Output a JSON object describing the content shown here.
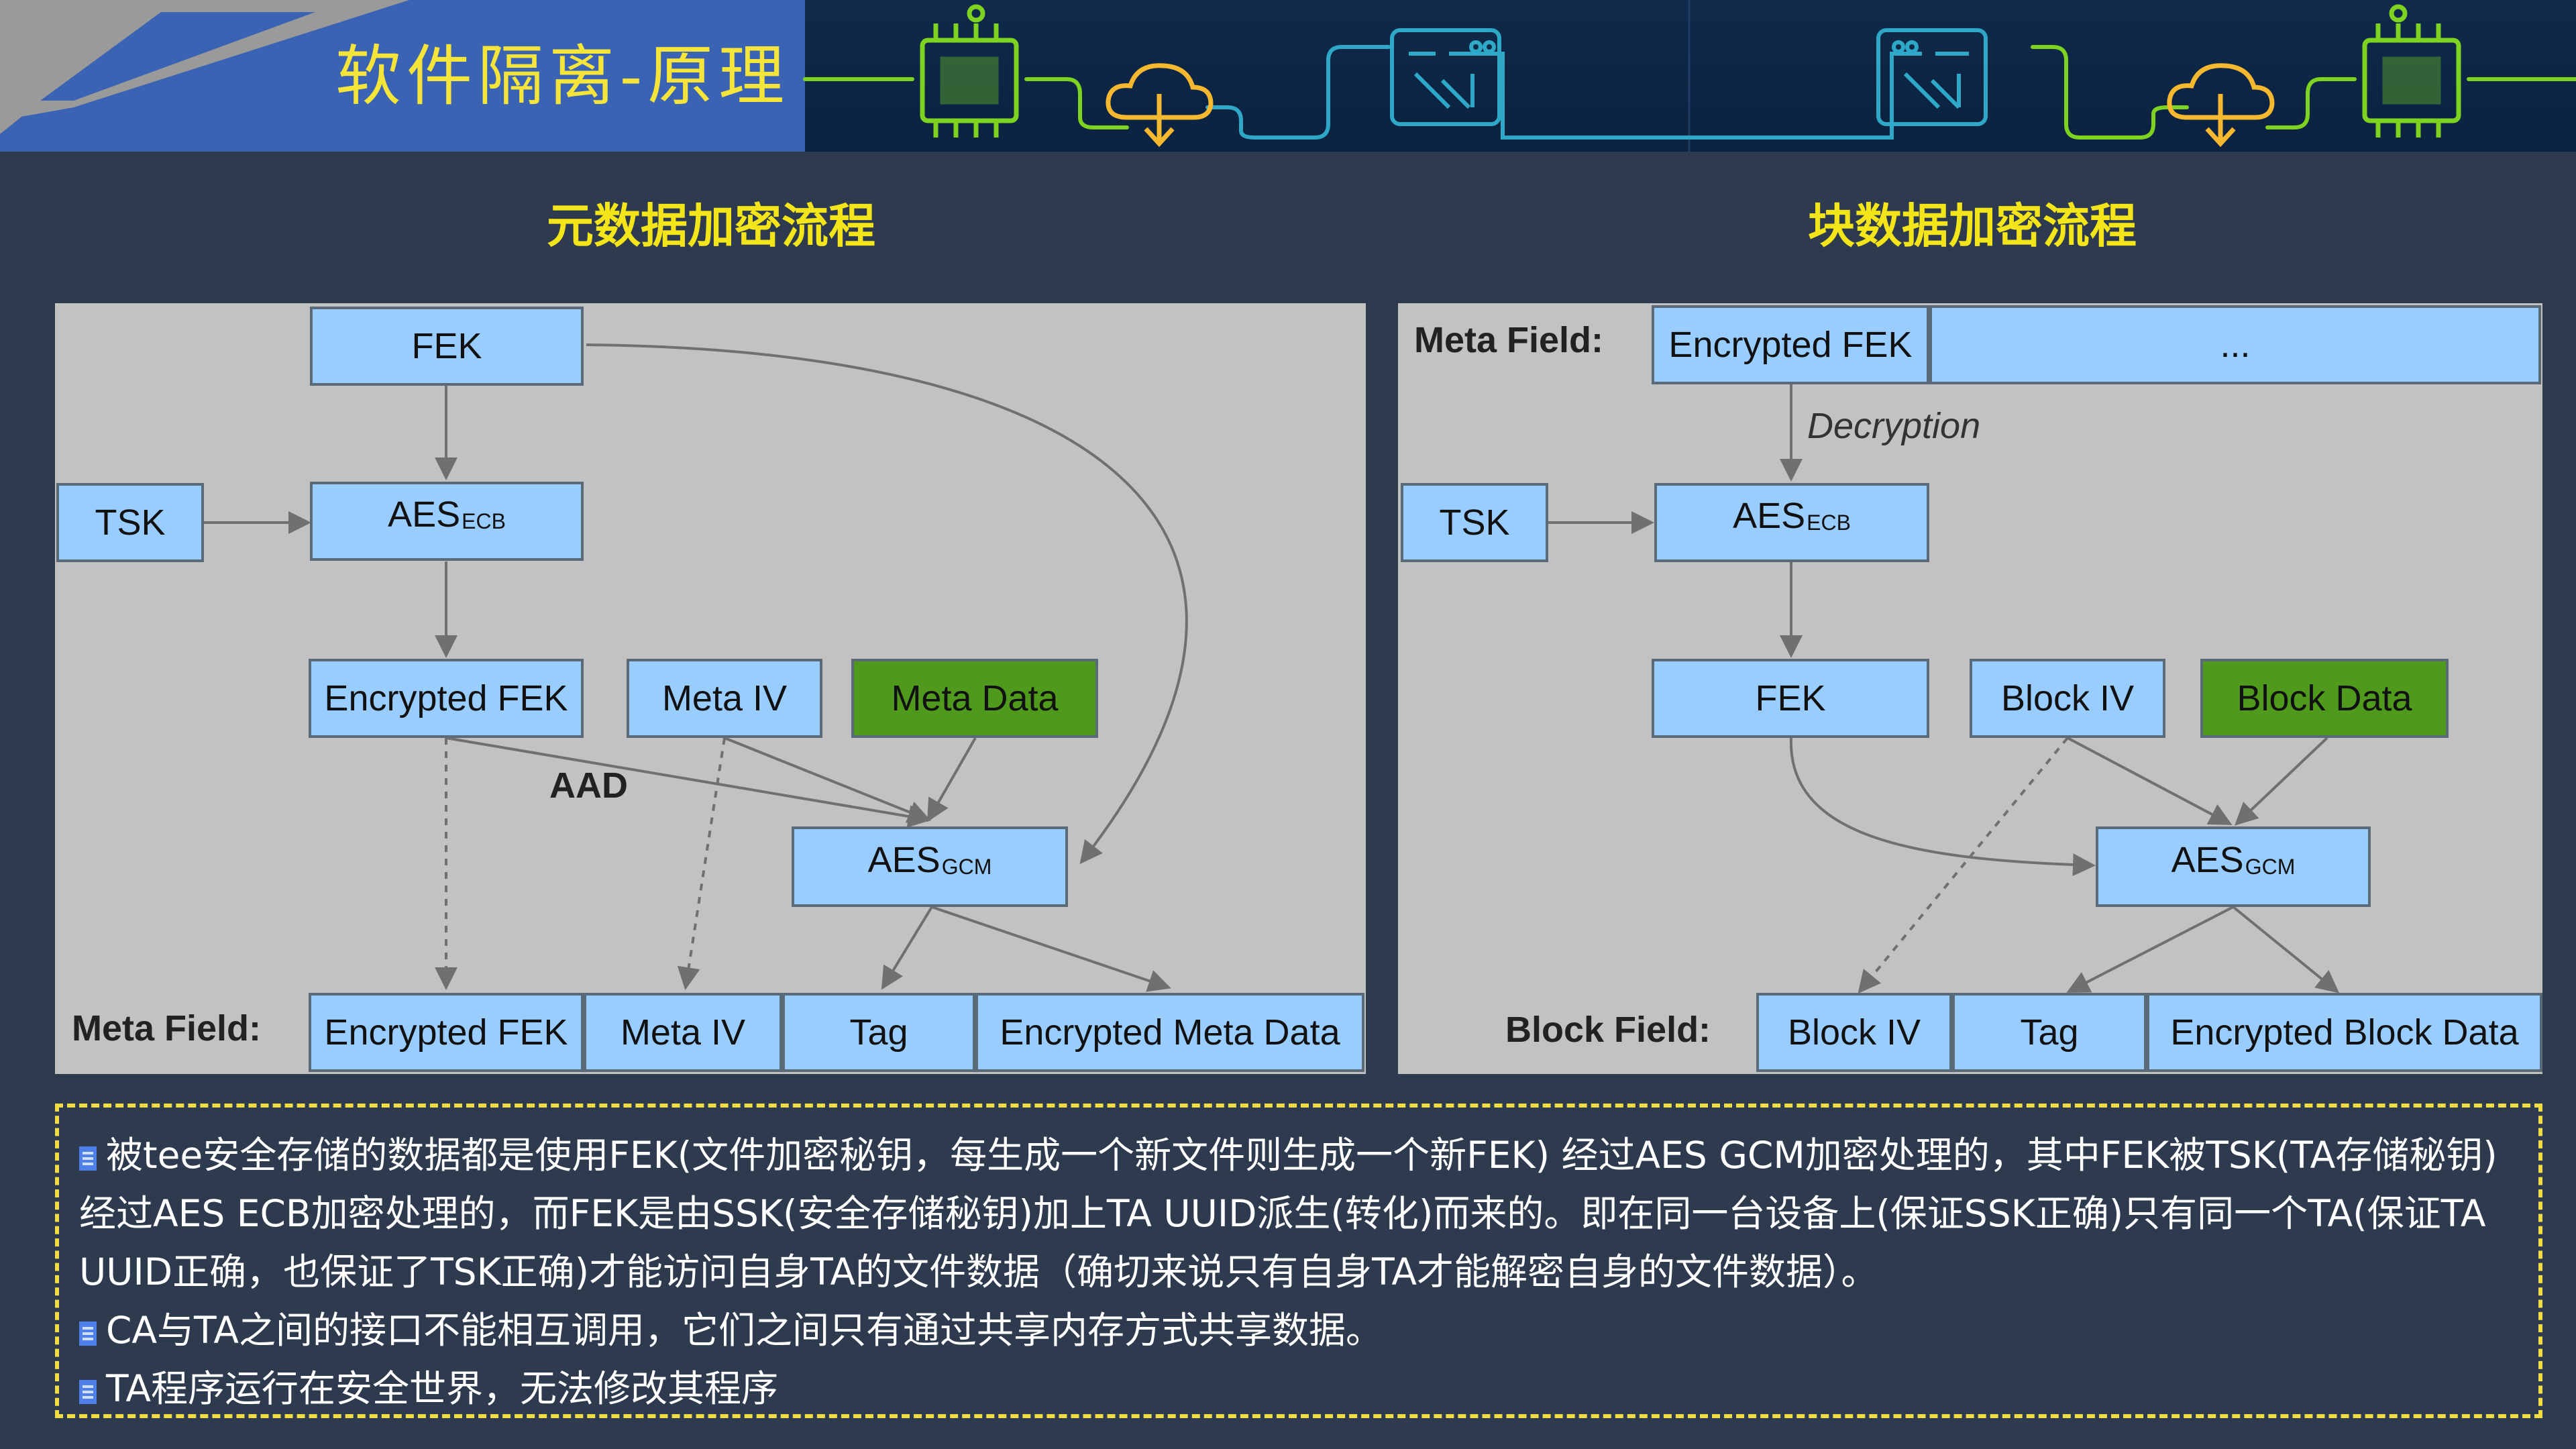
{
  "header": {
    "title": "软件隔离-原理",
    "decoration_icons": [
      "chip-icon",
      "cloud-download-icon",
      "circuit-board-icon"
    ]
  },
  "sections": {
    "left_title": "元数据加密流程",
    "right_title": "块数据加密流程"
  },
  "left_diagram": {
    "fek": "FEK",
    "tsk": "TSK",
    "aes_ecb": {
      "main": "AES",
      "sub": "ECB"
    },
    "encrypted_fek": "Encrypted FEK",
    "meta_iv": "Meta IV",
    "meta_data": "Meta Data",
    "aad": "AAD",
    "aes_gcm": {
      "main": "AES",
      "sub": "GCM"
    },
    "field_label": "Meta Field:",
    "field": [
      "Encrypted FEK",
      "Meta IV",
      "Tag",
      "Encrypted Meta Data"
    ]
  },
  "right_diagram": {
    "field_label_top": "Meta Field:",
    "top_field": [
      "Encrypted FEK",
      "..."
    ],
    "decryption": "Decryption",
    "tsk": "TSK",
    "aes_ecb": {
      "main": "AES",
      "sub": "ECB"
    },
    "fek": "FEK",
    "block_iv": "Block IV",
    "block_data": "Block Data",
    "aes_gcm": {
      "main": "AES",
      "sub": "GCM"
    },
    "field_label": "Block Field:",
    "field": [
      "Block IV",
      "Tag",
      "Encrypted Block Data"
    ]
  },
  "colors": {
    "background": "#2e3a4e",
    "title_yellow": "#f3e51a",
    "box_blue": "#99ccff",
    "box_green": "#4f9a1c",
    "panel_gray": "#c2c2c2",
    "dash_border": "#f2dc45",
    "circuit_green": "#7ed321",
    "circuit_cyan": "#2fa8c8"
  },
  "description": {
    "paragraphs": [
      "被tee安全存储的数据都是使用FEK(文件加密秘钥，每生成一个新文件则生成一个新FEK) 经过AES GCM加密处理的，其中FEK被TSK(TA存储秘钥)经过AES ECB加密处理的，而FEK是由SSK(安全存储秘钥)加上TA UUID派生(转化)而来的。即在同一台设备上(保证SSK正确)只有同一个TA(保证TA UUID正确，也保证了TSK正确)才能访问自身TA的文件数据（确切来说只有自身TA才能解密自身的文件数据）。",
      "CA与TA之间的接口不能相互调用，它们之间只有通过共享内存方式共享数据。",
      "TA程序运行在安全世界，无法修改其程序"
    ]
  }
}
